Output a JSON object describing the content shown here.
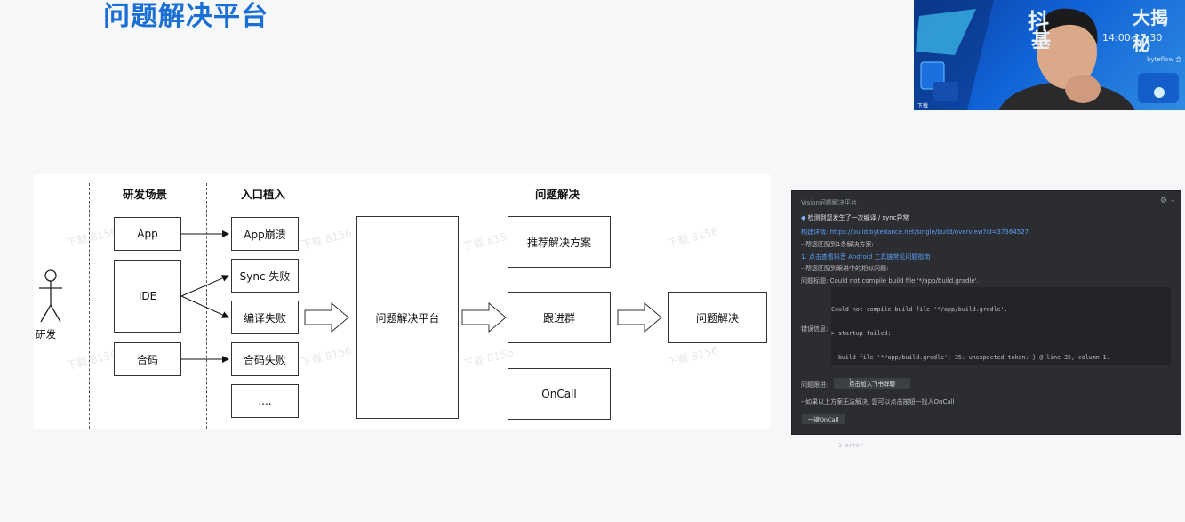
{
  "slide": {
    "title": "问题解决平台"
  },
  "webcam": {
    "banner_line1": "抖",
    "banner_line2": "大揭秘",
    "banner_line3": "基",
    "time": "14:00-17:30",
    "tag": "byteflow 会",
    "mute_label": "下载"
  },
  "diagram": {
    "actor_label": "研发",
    "headers": {
      "scenes": "研发场景",
      "entry": "入口植入",
      "solve": "问题解决"
    },
    "scenes": [
      "App",
      "IDE",
      "合码"
    ],
    "entries": [
      "App崩溃",
      "Sync 失败",
      "编译失败",
      "合码失败",
      "...."
    ],
    "platform": "问题解决平台",
    "solutions": [
      "推荐解决方案",
      "跟进群",
      "OnCall"
    ],
    "result": "问题解决",
    "watermark": "下载 8156"
  },
  "ide_panel": {
    "window_title": "Vision问题解决平台",
    "detected": "检测到您发生了一次编译 / sync异常",
    "build_label": "构建详情:",
    "build_link": "https://build.bytedance.net/single/build/overview?id=37364527",
    "matched_solutions": "--帮您匹配到1条解决方案:",
    "solution_item": "1. 点击查看抖音 Android 工具链常见问题指南",
    "similar_issues": "--帮您匹配到跟进中的相似问题:",
    "issue_title_label": "问题标题:",
    "issue_title": "Could not compile build file '*/app/build.gradle'.",
    "error_info_label": "错误信息:",
    "code_lines": [
      "Could not compile build file '*/app/build.gradle'.",
      "> startup failed:",
      "  build file '*/app/build.gradle': 35: unexpected token: } @ line 35, column 1.",
      "     }",
      "     ^",
      "",
      "  1 error"
    ],
    "follow_label": "问题跟进:",
    "join_button": "点击加入飞书群聊",
    "fallback_text": "--如果以上方案无法解决, 您可以点击按钮一找人OnCall",
    "oncall_button": "一键OnCall"
  }
}
